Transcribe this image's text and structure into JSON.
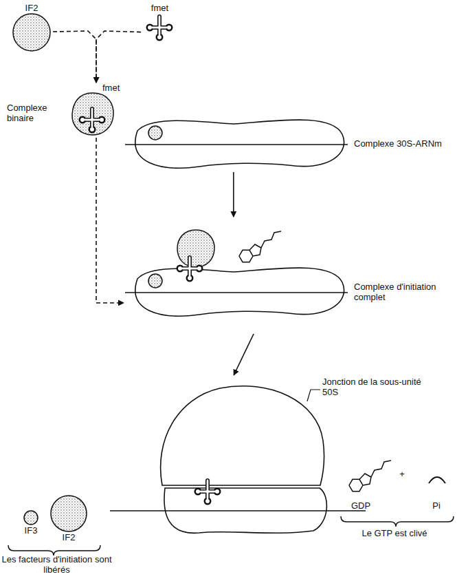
{
  "diagram": {
    "nodes": [
      {
        "text": [
          "IF2"
        ]
      },
      {
        "text": [
          "fmet"
        ]
      },
      {
        "text": [
          "Complexe binaire",
          "fmet"
        ]
      },
      {
        "text": [
          "Complexe 30S-ARNm"
        ]
      },
      {
        "text": [
          "Complexe d'initiation complet"
        ]
      },
      {
        "text": [
          "Jonction de la sous-unité 50S"
        ]
      },
      {
        "text": [
          "IF3"
        ]
      },
      {
        "text": [
          "IF2"
        ]
      }
    ],
    "edges": [
      {
        "from": 0,
        "to": 2,
        "arrow": "to"
      },
      {
        "from": 1,
        "to": 2,
        "arrow": "to"
      },
      {
        "from": 2,
        "to": 4,
        "arrow": "to"
      },
      {
        "from": 3,
        "to": 4,
        "arrow": "to"
      },
      {
        "from": 4,
        "to": 5,
        "arrow": "to"
      }
    ],
    "labels": [
      "Les facteurs d'initiation sont libérés",
      "GDP",
      "+",
      "Pi",
      "Le GTP est clivé"
    ]
  }
}
